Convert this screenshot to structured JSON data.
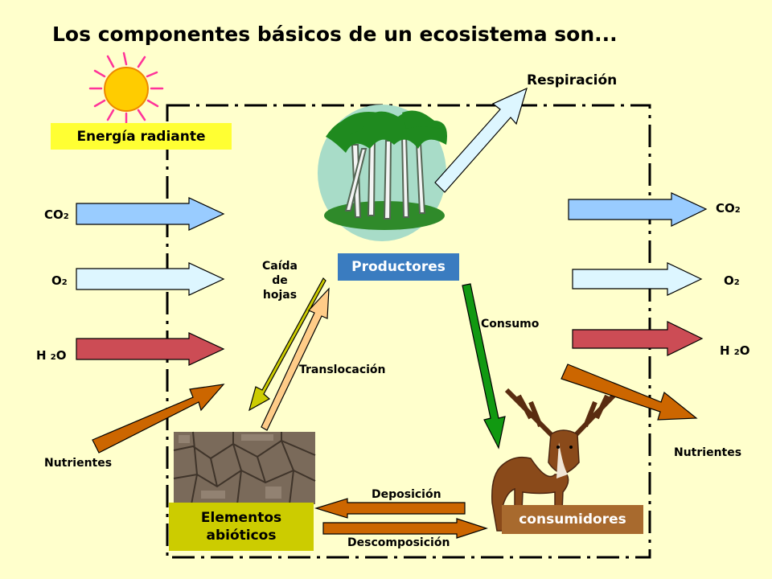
{
  "title": "Los componentes básicos de un ecosistema son...",
  "energy_label": "Energía radiante",
  "respiration_label": "Respiración",
  "producers_label": "Productores",
  "abiotic_label_line1": "Elementos",
  "abiotic_label_line2": "abióticos",
  "consumers_label": "consumidores",
  "inputs": {
    "co2": {
      "main": "CO",
      "sub": "2"
    },
    "o2": {
      "main": "O",
      "sub": "2"
    },
    "h2o": {
      "pre": "H ",
      "sub": "2",
      "post": "O"
    },
    "nutrients": "Nutrientes"
  },
  "outputs": {
    "co2": {
      "main": "CO",
      "sub": "2"
    },
    "o2": {
      "main": "O",
      "sub": "2"
    },
    "h2o": {
      "pre": "H ",
      "sub": "2",
      "post": "O"
    },
    "nutrients": "Nutrientes"
  },
  "flows": {
    "leaf_fall_line1": "Caída",
    "leaf_fall_line2": "de",
    "leaf_fall_line3": "hojas",
    "translocation": "Translocación",
    "consumption": "Consumo",
    "deposition": "Deposición",
    "decomposition": "Descomposición"
  },
  "colors": {
    "background": "#ffffcc",
    "co2_arrow": "#99ccff",
    "o2_arrow": "#ddf6ff",
    "h2o_arrow": "#cc4c55",
    "nutrient_arrow": "#cc6600",
    "leaf_fall_arrow": "#cccc00",
    "translocation_arrow": "#ffcc88",
    "consumption_arrow": "#119911",
    "energy_box": "#ffff33",
    "producers_box": "#3a7cc0",
    "abiotic_box": "#cccc00",
    "consumers_box": "#a86a2e"
  }
}
